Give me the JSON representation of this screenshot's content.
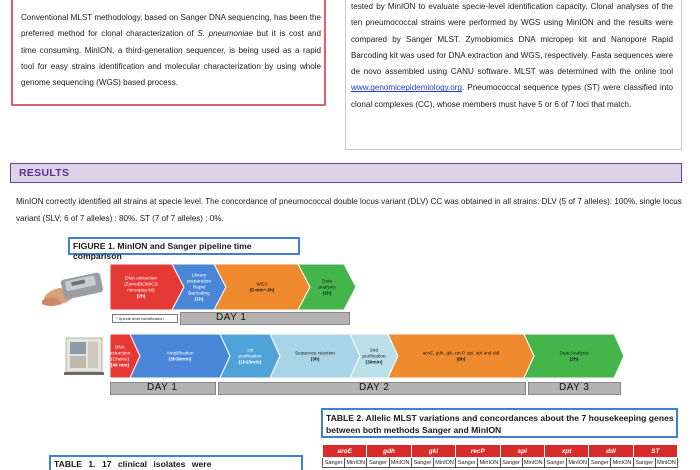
{
  "intro": {
    "text_parts": [
      "Conventional MLST methodology, based on Sanger DNA sequencing, has been the preferred method for clonal characterization of ",
      "S. pneumoniae",
      " but it is cost and time consuming. MinION, a third-generation sequencer, is being used as a rapid tool for easy strains identification and molecular characterization by using whole genome sequencing (WGS) based process."
    ]
  },
  "methods": {
    "text_before_link": "tested by MinION to evaluate specie-level identification capacity. Clonal analyses of the ten pneumococcal strains were performed by WGS using MinION and the results were compared by Sanger MLST. Zymobiomics DNA micropep kit and Nanopore Rapid Barcoding kit was used for DNA extraction and WGS, respectively. Fasta sequences were de novo assembled using CANU software. MLST was determined with the online tool ",
    "link": "www.genomicepidemiology.org",
    "text_after_link": ". Pneumococcal sequence types (ST) were classified into clonal complexes (CC), whose members must have 5 or 6 of 7 loci that match."
  },
  "results": {
    "heading": "RESULTS",
    "text": "MinION correctly identified all strains at specie level. The concordance of pneumococcal double locus variant (DLV) CC was obtained in all strains: DLV (5 of 7 alleles): 100%, single locus variant (SLV; 6 of 7 alleles) : 80%. ST (7 of 7 alleles) : 0%."
  },
  "figure1": {
    "title": "FIGURE 1. MinION and Sanger pipeline time comparison",
    "minion_steps": [
      {
        "label": "DNA extraction (ZymoBIOMICS micropep kit)",
        "time": "(2h)",
        "color": "#e53935"
      },
      {
        "label": "Library preparation Rapid Barcoding",
        "time": "(1h)",
        "color": "#4a86d8"
      },
      {
        "label": "WGS",
        "time": "(5 min*-3h)",
        "color": "#ef8a2e"
      },
      {
        "label": "Data analysis",
        "time": "(1h)",
        "color": "#43b54a"
      }
    ],
    "minion_note": "* Specie level identification",
    "minion_day": "DAY 1",
    "sanger_steps": [
      {
        "label": "DNA extraction (Chelex)",
        "time": "(40 min)",
        "color": "#e53935"
      },
      {
        "label": "Amplification",
        "time": "(3h30min)",
        "color": "#4a86d8"
      },
      {
        "label": "1st purification",
        "time": "(1h15min)",
        "color": "#4fa3d9"
      },
      {
        "label": "Sequence reaction",
        "time": "(3h)",
        "color": "#a9d3e6"
      },
      {
        "label": "2nd purification",
        "time": "(30min)",
        "color": "#b9dfe8"
      },
      {
        "label": "aroE, gdh, gki, recP, spi, xpt and ddl",
        "time": "(6h)",
        "color": "#ef8a2e"
      },
      {
        "label": "Data Analysis",
        "time": "(2h)",
        "color": "#43b54a"
      }
    ],
    "sanger_days": [
      "DAY 1",
      "DAY 2",
      "DAY 3"
    ]
  },
  "table2": {
    "title": "TABLE 2. Allelic MLST variations and concordances about the 7 housekeeping genes between both methods Sanger and MinION",
    "genes": [
      "aroE",
      "gdh",
      "gki",
      "recP",
      "spi",
      "xpt",
      "ddl",
      "ST"
    ],
    "sub_headers": [
      "Sanger",
      "MinION"
    ]
  },
  "table1": {
    "title": "TABLE 1. 17 clinical isolates were"
  }
}
